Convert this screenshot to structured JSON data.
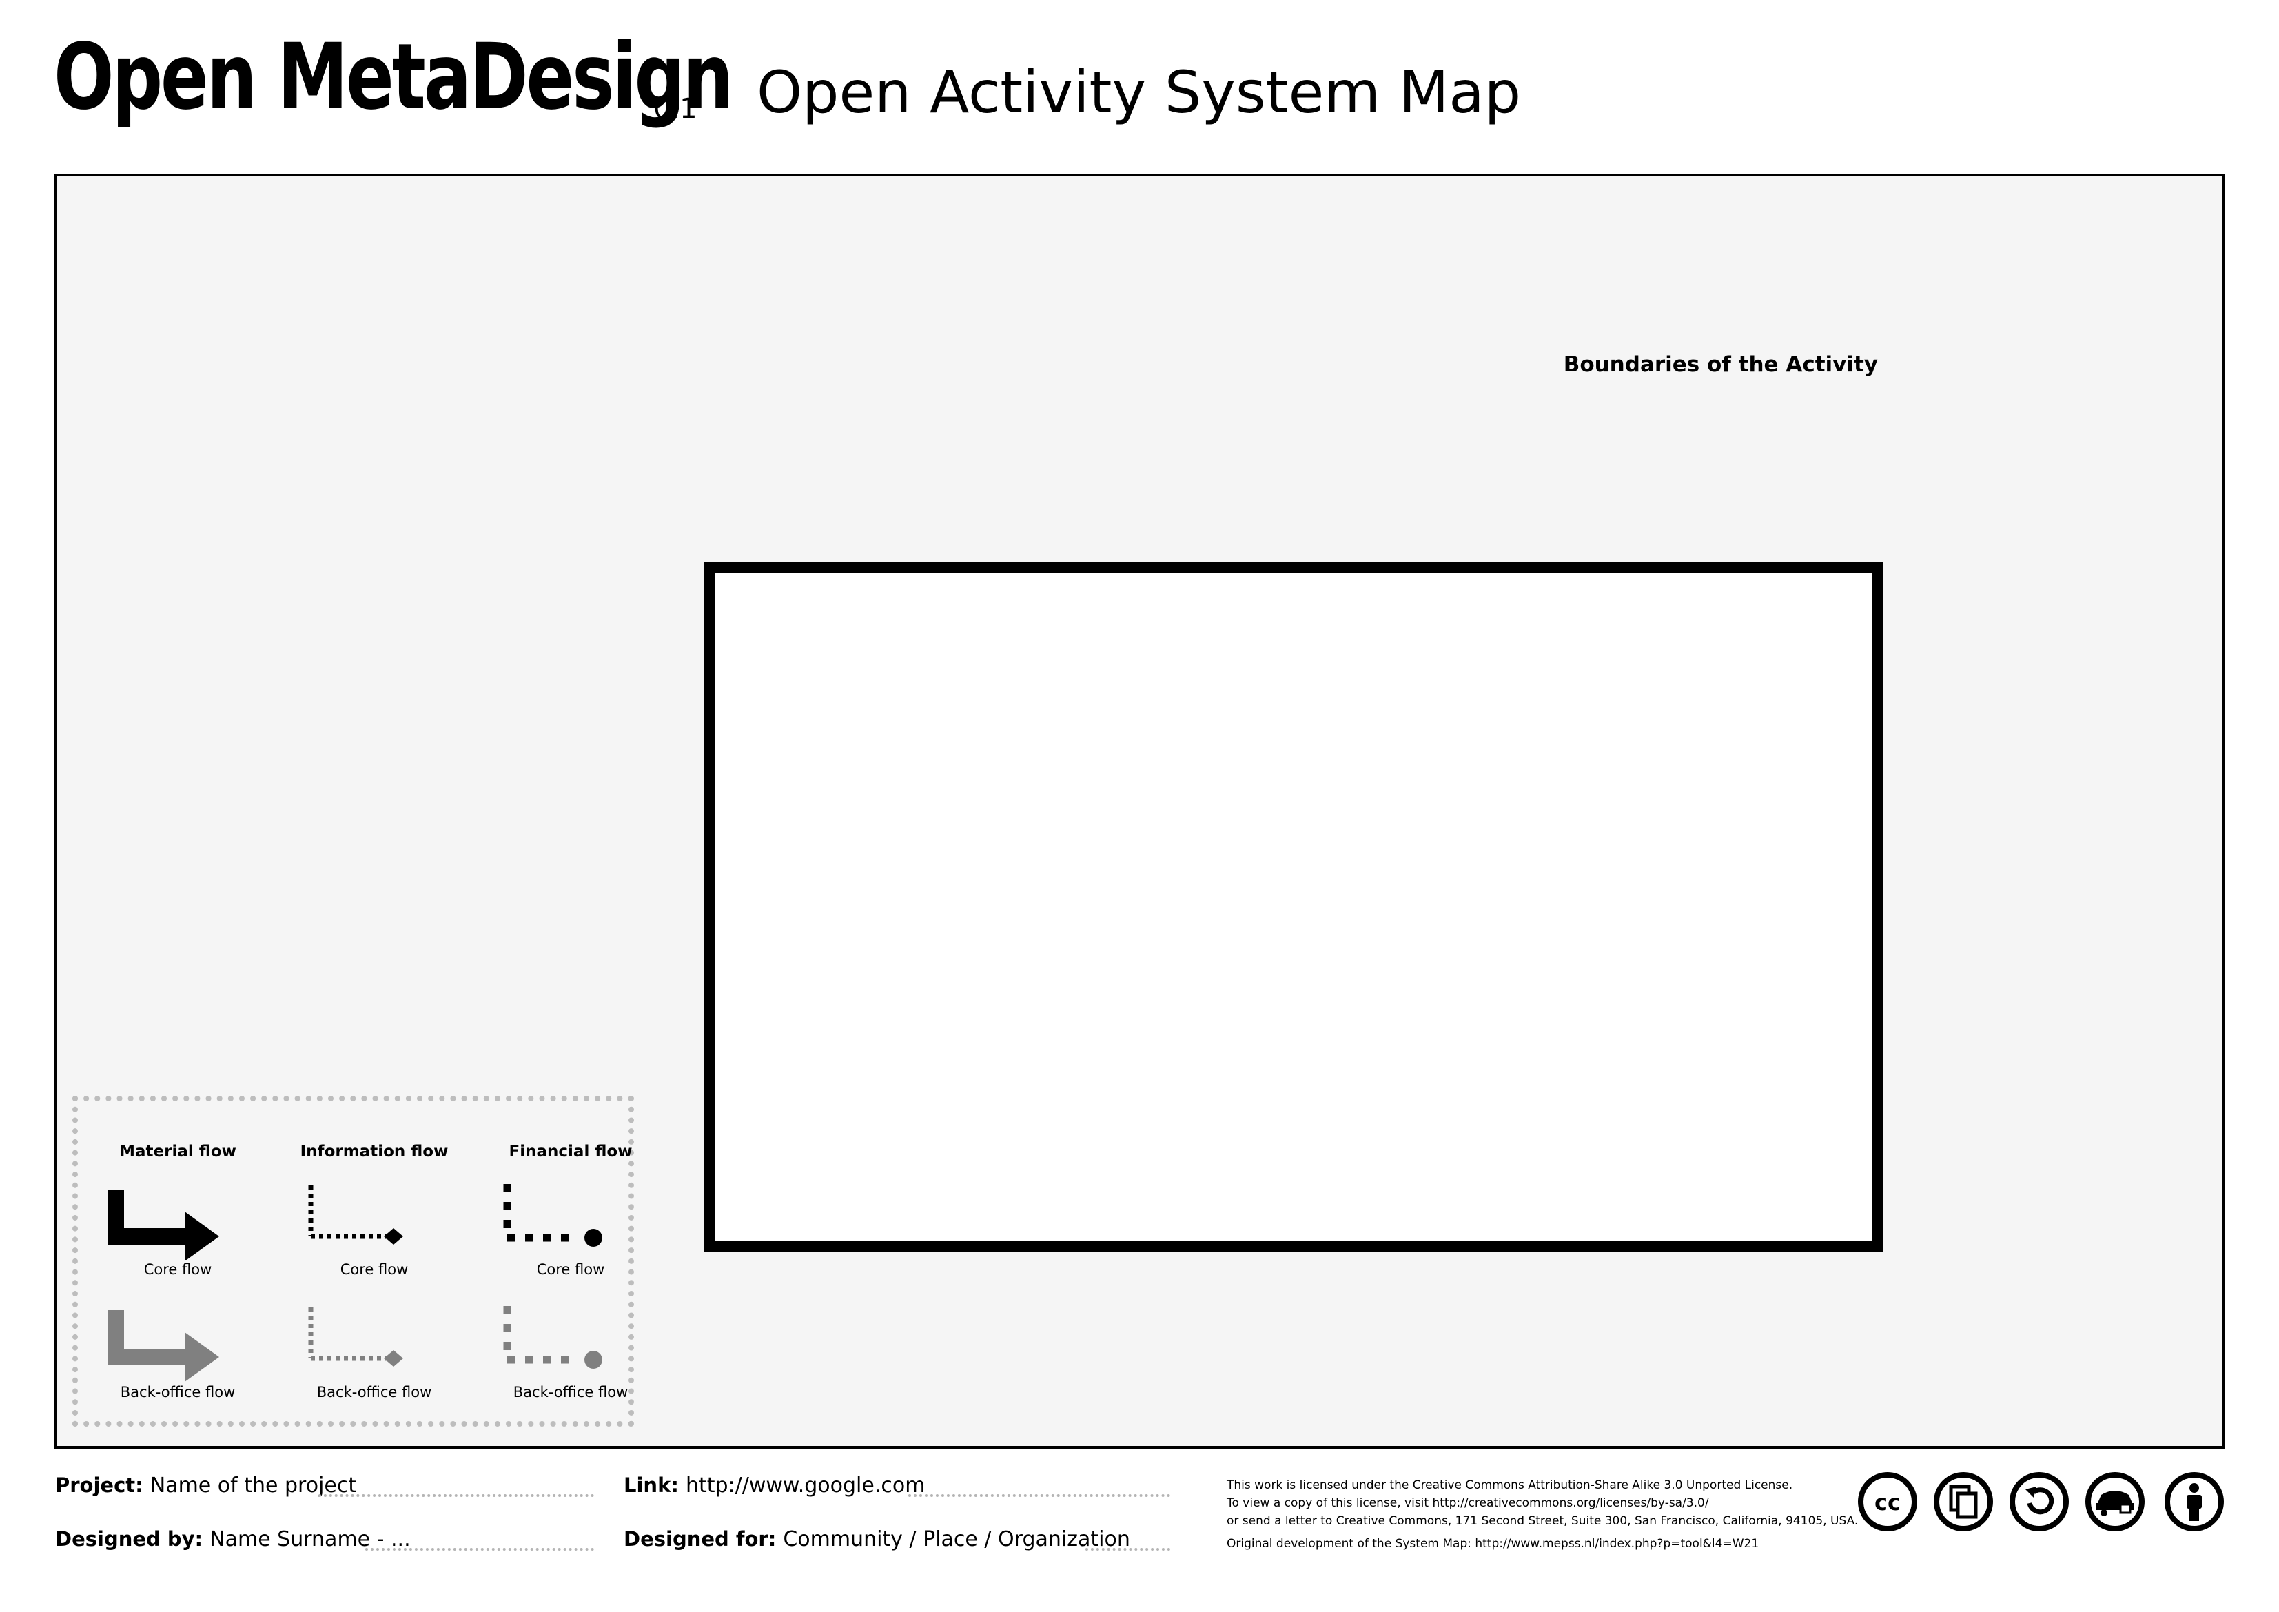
{
  "header": {
    "brand": "Open MetaDesign",
    "version": "0.1",
    "title": "Open Activity System Map"
  },
  "map": {
    "boundary_label": "Boundaries of the Activity"
  },
  "legend": {
    "columns": [
      {
        "title": "Material flow",
        "core": "Core flow",
        "back": "Back-office flow"
      },
      {
        "title": "Information flow",
        "core": "Core flow",
        "back": "Back-office flow"
      },
      {
        "title": "Financial flow",
        "core": "Core flow",
        "back": "Back-office flow"
      }
    ],
    "colors": {
      "core": "#000000",
      "back": "#808080",
      "border": "#bdbdbd"
    }
  },
  "footer": {
    "project": {
      "label": "Project:",
      "value": "Name of the project"
    },
    "designed_by": {
      "label": "Designed by:",
      "value": "Name Surname - ..."
    },
    "link": {
      "label": "Link:",
      "value": "http://www.google.com"
    },
    "designed_for": {
      "label": "Designed for:",
      "value": "Community / Place / Organization"
    }
  },
  "license": {
    "line1": "This work is licensed under the Creative Commons Attribution-Share Alike 3.0 Unported License.",
    "line2": "To view a copy of this license, visit http://creativecommons.org/licenses/by-sa/3.0/",
    "line3": "or send a letter to Creative Commons, 171 Second Street, Suite 300, San Francisco, California, 94105, USA.",
    "origin": "Original development of the System Map: http://www.mepss.nl/index.php?p=tool&l4=W21",
    "icons": [
      "cc-icon",
      "copy-icon",
      "remix-icon",
      "share-alike-car-icon",
      "attribution-icon"
    ],
    "cc_text": "cc"
  }
}
